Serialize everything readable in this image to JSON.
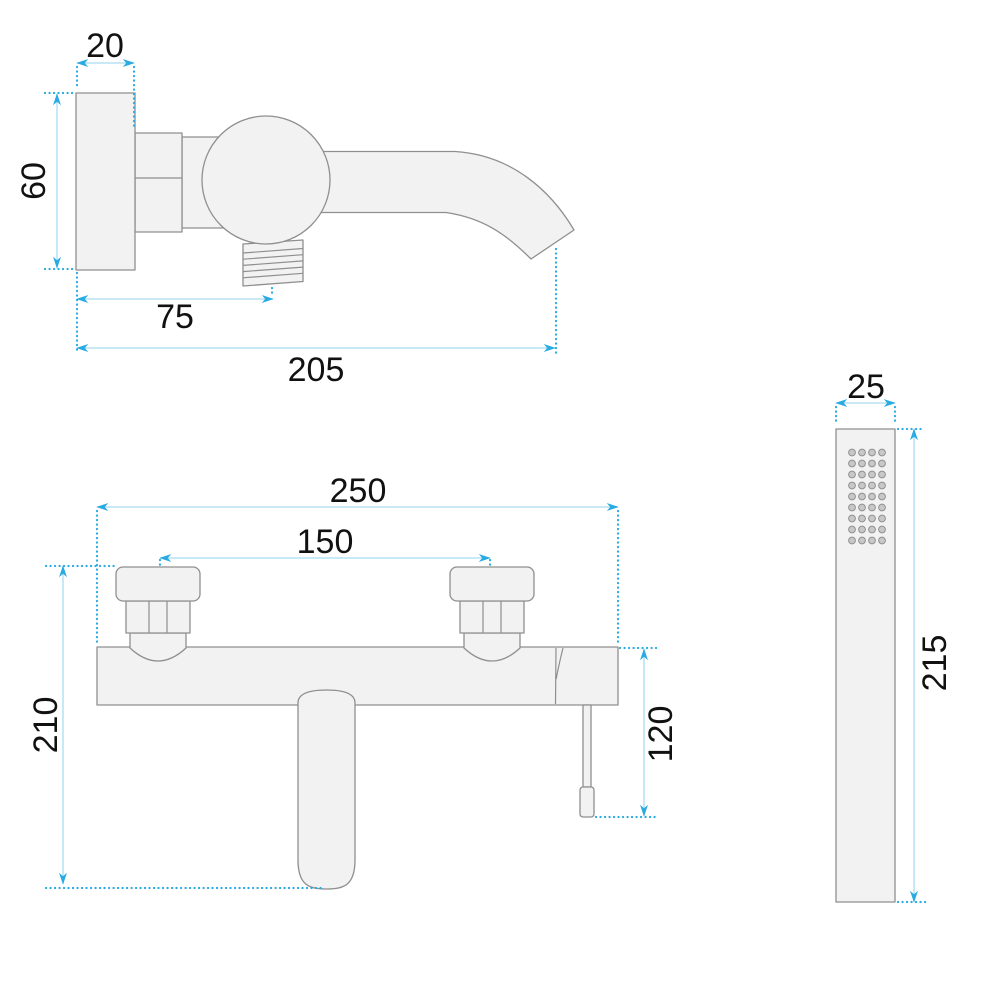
{
  "colors": {
    "background": "#ffffff",
    "part_fill": "#f2f2f2",
    "part_outline": "#8f8f8f",
    "dimension_line": "#a9dcf2",
    "dimension_accent": "#29abe2",
    "label_text": "#111111"
  },
  "views": {
    "faucet_side": {
      "name": "faucet-side-view",
      "dims": {
        "plate_width": "20",
        "plate_height": "60",
        "thread_offset": "75",
        "total_length": "205"
      }
    },
    "mixer_front": {
      "name": "mixer-front-view",
      "dims": {
        "body_width": "250",
        "inlet_spacing": "150",
        "total_height": "210",
        "lever_drop": "120"
      }
    },
    "hand_shower": {
      "name": "hand-shower-view",
      "dims": {
        "width": "25",
        "length": "215"
      },
      "nozzles": {
        "rows": 9,
        "cols": 4
      }
    }
  }
}
